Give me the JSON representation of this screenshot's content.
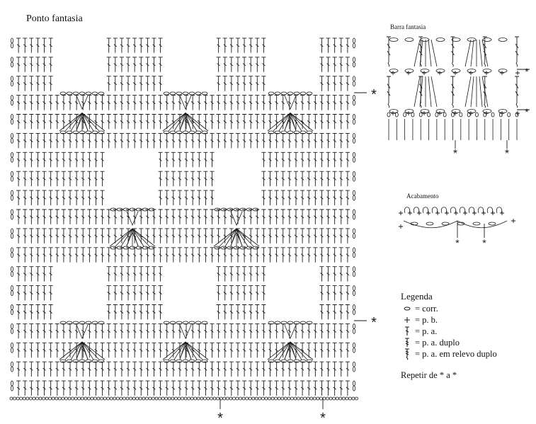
{
  "titles": {
    "main": "Ponto fantasia",
    "barra": "Barra fantasia",
    "acabamento": "Acabamento"
  },
  "legend": {
    "title": "Legenda",
    "items": [
      {
        "icon": "chain-stitch-icon",
        "label": "= corr."
      },
      {
        "icon": "single-crochet-icon",
        "label": "= p. b."
      },
      {
        "icon": "double-crochet-icon",
        "label": "= p. a."
      },
      {
        "icon": "treble-crochet-icon",
        "label": "= p. a. duplo"
      },
      {
        "icon": "front-post-treble-icon",
        "label": "= p. a. em relevo duplo"
      }
    ]
  },
  "repeat_note": "Repetir de * a *",
  "markers": {
    "star": "*"
  },
  "colors": {
    "ink": "#1a1a1a",
    "background": "#ffffff"
  }
}
